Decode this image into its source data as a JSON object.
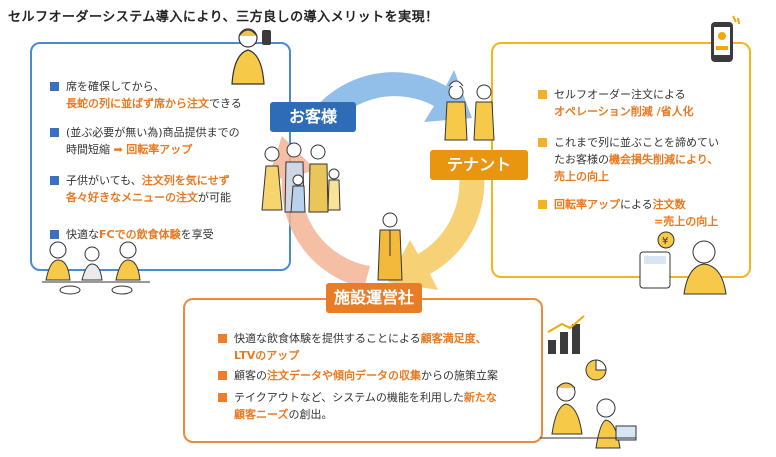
{
  "title": "セルフオーダーシステム導入により、三方良しの導入メリットを実現！",
  "colors": {
    "customer": "#4a89d4",
    "tenant": "#f1b521",
    "facility": "#ef8a3a",
    "highlight": "#ea7a22"
  },
  "labels": {
    "customer": "お客様",
    "tenant": "テナント",
    "facility": "施設運営社"
  },
  "customer_items": [
    {
      "line1a": "席を確保してから、",
      "line2a": "長蛇の列に並ばず席から注文",
      "line2b": "できる"
    },
    {
      "line1a": "(並ぶ必要が無い為)商品提供までの",
      "line2a": "時間短縮",
      "arrow": "➡",
      "line2b": "回転率アップ"
    },
    {
      "line1a": "子供がいても、",
      "line1b": "注文列を気にせず",
      "line2a": "各々好きなメニューの注文",
      "line2b": "が可能"
    },
    {
      "line1a": "快適な",
      "line1b": "FCでの飲食体験",
      "line1c": "を享受"
    }
  ],
  "tenant_items": [
    {
      "line1a": "セルフオーダー注文による",
      "line2a": "オペレーション削減 /省人化"
    },
    {
      "line1a": "これまで列に並ぶことを諦めてい",
      "line2a": "たお客様の",
      "line2b": "機会損失削減により、",
      "line3a": "売上の向上"
    },
    {
      "line1a": "回転率アップ",
      "line1b": "による",
      "line1c": "注文数",
      "line2a": "=売上の向上"
    }
  ],
  "facility_items": [
    {
      "line1a": "快適な飲食体験を提供することによる",
      "line1b": "顧客満足度、",
      "line2a": "LTVのアップ"
    },
    {
      "line1a": "顧客の",
      "line1b": "注文データや傾向データの収集",
      "line1c": "からの施策立案"
    },
    {
      "line1a": "テイクアウトなど、システムの機能を利用した",
      "line1b": "新たな",
      "line2a": "顧客ニーズ",
      "line2b": "の創出。"
    }
  ]
}
